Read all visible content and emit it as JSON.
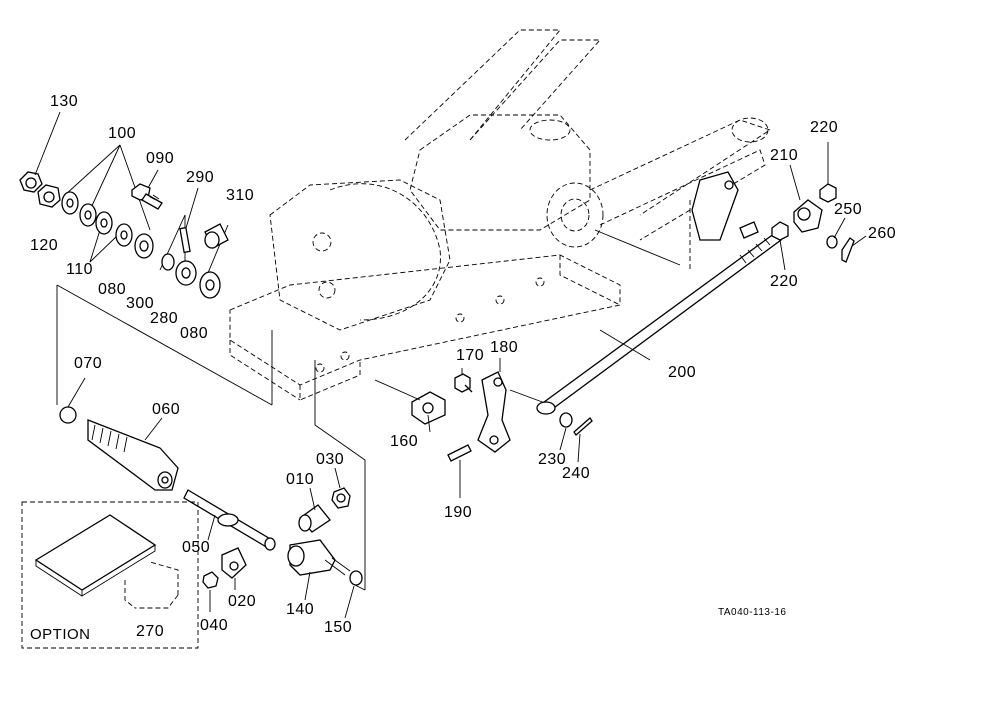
{
  "diagram": {
    "code": "TA040-113-16",
    "option_label": "OPTION",
    "part_numbers": {
      "p010": "010",
      "p020": "020",
      "p030": "030",
      "p040": "040",
      "p050": "050",
      "p060": "060",
      "p070": "070",
      "p080a": "080",
      "p080b": "080",
      "p090": "090",
      "p100": "100",
      "p110": "110",
      "p120": "120",
      "p130": "130",
      "p140": "140",
      "p150": "150",
      "p160": "160",
      "p170": "170",
      "p180": "180",
      "p190": "190",
      "p200": "200",
      "p210": "210",
      "p220a": "220",
      "p220b": "220",
      "p230": "230",
      "p240": "240",
      "p250": "250",
      "p260": "260",
      "p270": "270",
      "p280": "280",
      "p290": "290",
      "p300": "300",
      "p310": "310"
    }
  }
}
